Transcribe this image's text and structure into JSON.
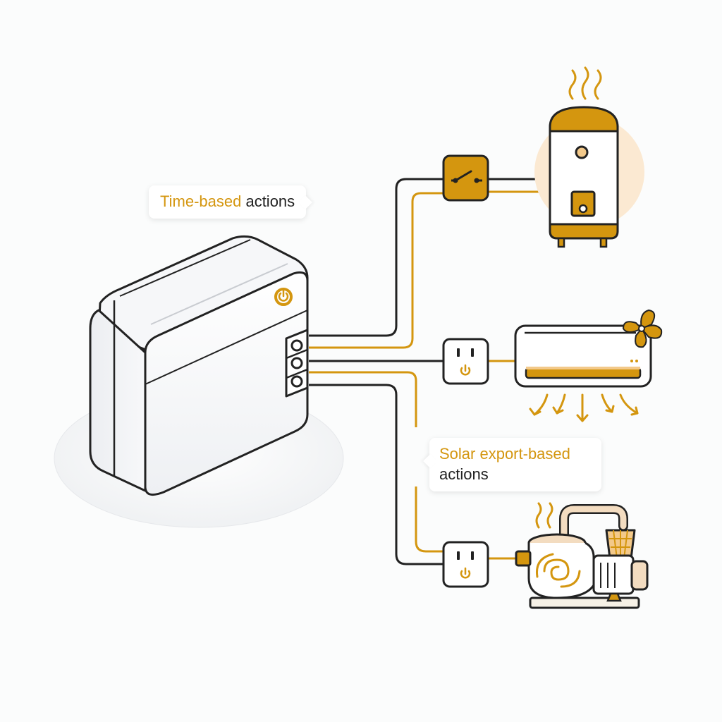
{
  "colors": {
    "accent": "#d4960f",
    "line_dark": "#222222",
    "background": "#fbfcfc",
    "appliance_fill": "#ffffff",
    "accent_fill": "#f3c98a",
    "glow": "#fbe9d2"
  },
  "callouts": {
    "time_based": {
      "accent_text": "Time-based",
      "rest_text": " actions"
    },
    "solar_export": {
      "accent_text": "Solar export-based",
      "rest_text": "actions"
    }
  },
  "icons": {
    "controller_power": "power-icon",
    "relay": "switch-icon",
    "outlet_ac": "outlet-icon",
    "outlet_pump": "outlet-icon",
    "heater": "water-heater-icon",
    "ac": "air-conditioner-icon",
    "fan": "fan-icon",
    "pump": "pool-pump-icon"
  }
}
